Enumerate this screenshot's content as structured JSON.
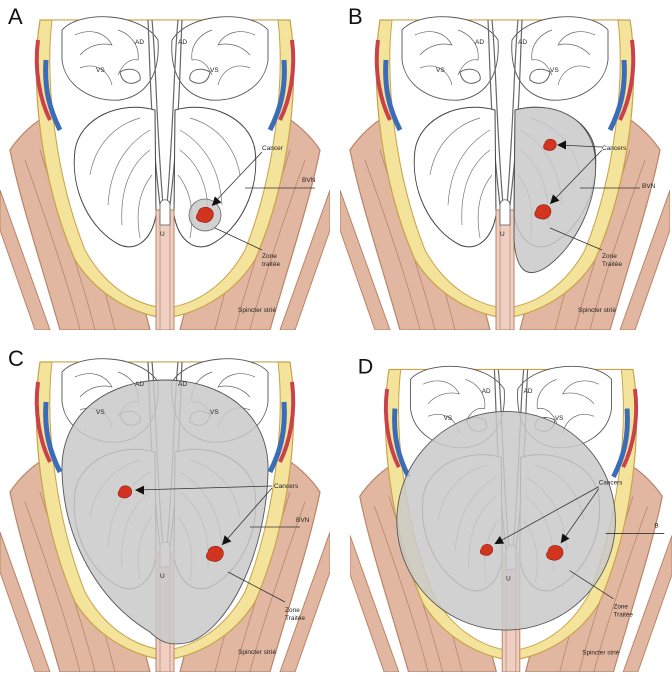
{
  "panels": [
    {
      "letter": "A",
      "labels": {
        "ad_left": "AD",
        "ad_right": "AD",
        "vs_left": "VS",
        "vs_right": "VS",
        "urethra": "U",
        "cancer": "Cancer",
        "bvn": "BVN",
        "zone": "Zone",
        "zone2": "traitée",
        "sphincter": "Spincter strié"
      }
    },
    {
      "letter": "B",
      "labels": {
        "ad_left": "AD",
        "ad_right": "AD",
        "vs_left": "VS",
        "vs_right": "VS",
        "urethra": "U",
        "cancer": "Cancers",
        "bvn": "BVN",
        "zone": "Zone",
        "zone2": "Traitée",
        "sphincter": "Spincter strié"
      }
    },
    {
      "letter": "C",
      "labels": {
        "ad_left": "AD",
        "ad_right": "AD",
        "vs_left": "VS",
        "vs_right": "VS",
        "urethra": "U",
        "cancer": "Cancers",
        "bvn": "BVN",
        "zone": "Zone",
        "zone2": "Traitée",
        "sphincter": "Spincter strié"
      }
    },
    {
      "letter": "D",
      "labels": {
        "ad_left": "AD",
        "ad_right": "AD",
        "vs_left": "VS",
        "vs_right": "VS",
        "urethra": "U",
        "cancer": "Cancers",
        "bvn": "B",
        "zone": "Zone",
        "zone2": "Traitée",
        "sphincter": "Spincter strié"
      }
    }
  ],
  "colors": {
    "muscle": "#e2b7a1",
    "muscle_line": "#b98468",
    "capsule": "#f3e39b",
    "vein": "#3b6cb7",
    "artery": "#c9414b",
    "treated": "#c9c9c9",
    "tumor": "#d2341f"
  }
}
